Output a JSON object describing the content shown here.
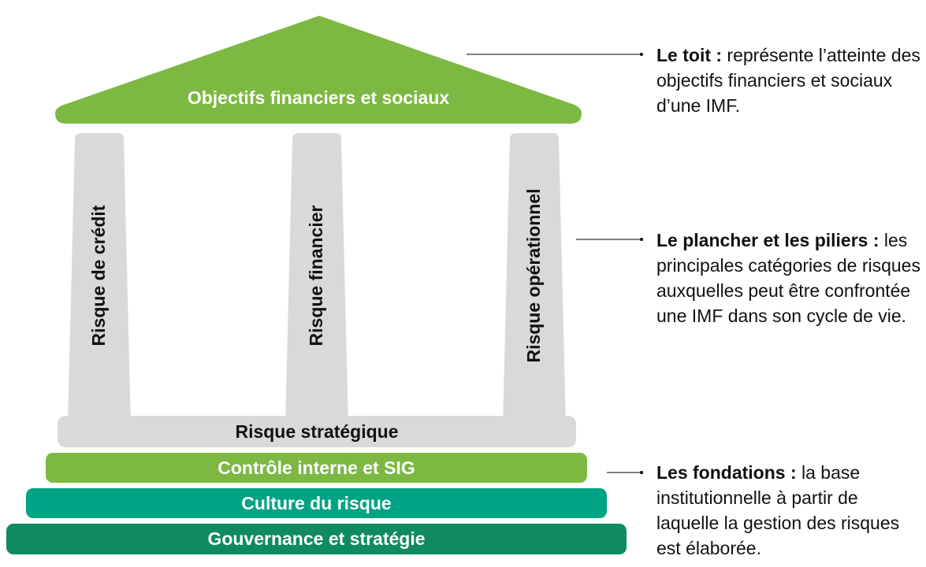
{
  "roof": {
    "label": "Objectifs financiers et sociaux"
  },
  "pillars": [
    {
      "label": "Risque de crédit"
    },
    {
      "label": "Risque financier"
    },
    {
      "label": "Risque opérationnel"
    }
  ],
  "floor": {
    "label": "Risque stratégique"
  },
  "foundations": [
    {
      "label": "Contrôle interne et SIG"
    },
    {
      "label": "Culture du risque"
    },
    {
      "label": "Gouvernance et stratégie"
    }
  ],
  "annotations": {
    "roof": {
      "title": "Le toit :",
      "text": " représente l’atteinte des objectifs financiers et sociaux d’une IMF."
    },
    "pillars": {
      "title": "Le plancher et les piliers :",
      "text": " les principales catégories de risques auxquelles peut être confrontée une IMF dans son cycle de vie."
    },
    "foundations": {
      "title": "Les fondations :",
      "text": " la base institutionnelle à partir de laquelle la gestion des risques est élaborée."
    }
  },
  "colors": {
    "roof": "#7cb842",
    "pillars": "#d9d9d9",
    "internal_control": "#7cb842",
    "culture": "#00a383",
    "governance": "#0f8a62"
  }
}
